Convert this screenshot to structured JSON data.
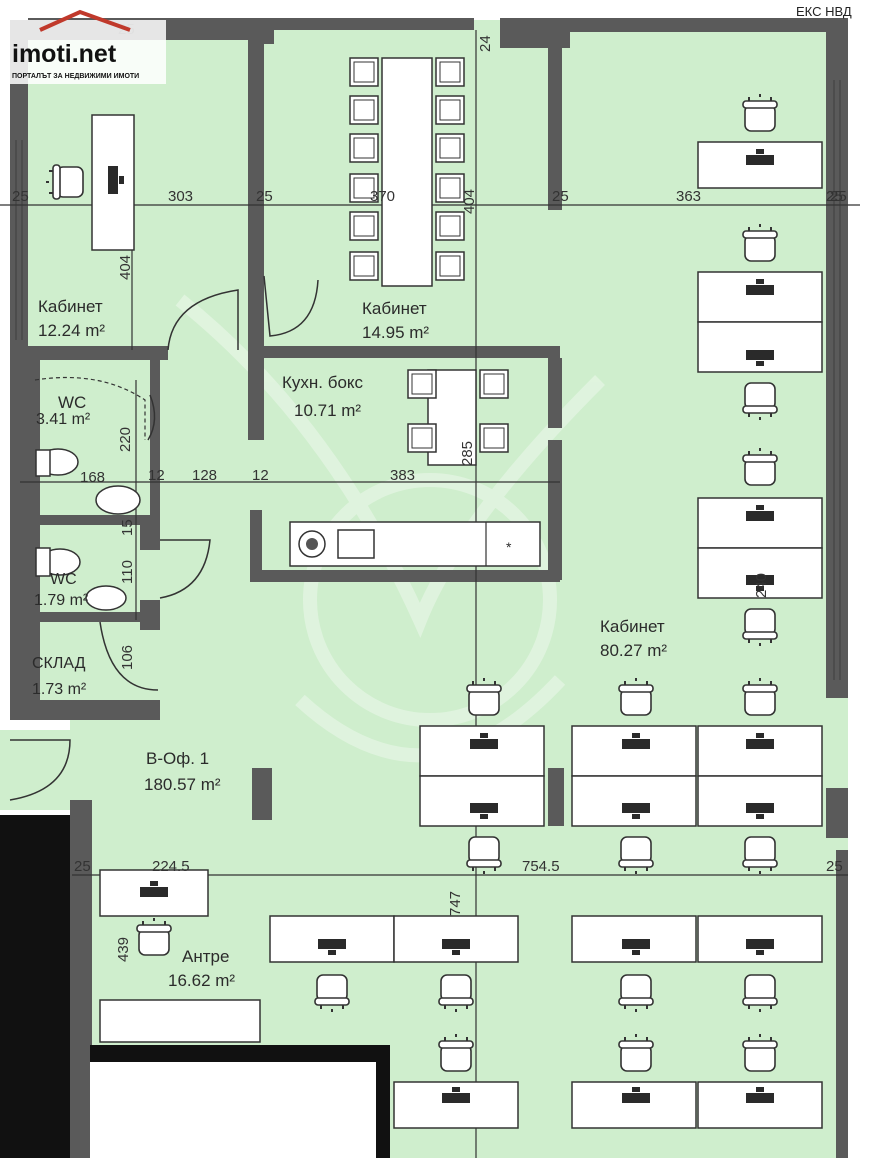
{
  "logo": {
    "name": "imoti.net",
    "tagline": "ПОРТАЛЪТ ЗА НЕДВИЖИМИ ИМОТИ"
  },
  "corner_code": "ЕКС НВД",
  "colors": {
    "floor": "#cfeecd",
    "wall": "#5a5a5a",
    "furniture": "#ffffff",
    "outside": "#111111",
    "logo_accent": "#c0392b"
  },
  "rooms": {
    "office_left": {
      "name": "Кабинет",
      "area": "12.24 m²"
    },
    "office_meet": {
      "name": "Кабинет",
      "area": "14.95 m²"
    },
    "kitchen": {
      "name": "Кухн. бокс",
      "area": "10.71 m²"
    },
    "wc1": {
      "name": "WC",
      "area": "3.41 m²"
    },
    "wc2": {
      "name": "WC",
      "area": "1.79 m²"
    },
    "storage": {
      "name": "СКЛАД",
      "area": "1.73 m²"
    },
    "office_big": {
      "name": "Кабинет",
      "area": "80.27 m²"
    },
    "unit": {
      "name": "В-Оф. 1",
      "area": "180.57 m²"
    },
    "entrance": {
      "name": "Антре",
      "area": "16.62 m²"
    }
  },
  "dimensions": {
    "d25a": "25",
    "d303": "303",
    "d25b": "25",
    "d370": "370",
    "d25c": "25",
    "d363": "363",
    "d25d": "25",
    "d25e": "25",
    "d404": "404",
    "d404b": "404",
    "d24": "24",
    "d128": "128",
    "d12a": "12",
    "d12b": "12",
    "d383": "383",
    "d285": "285",
    "d220": "220",
    "d168": "168",
    "d110": "110",
    "d106": "106",
    "d15": "15",
    "d240": "240",
    "d2245": "224.5",
    "d7545": "754.5",
    "d747": "747",
    "d439": "439",
    "d25f": "25",
    "d25g": "25",
    "d25h": "25"
  }
}
